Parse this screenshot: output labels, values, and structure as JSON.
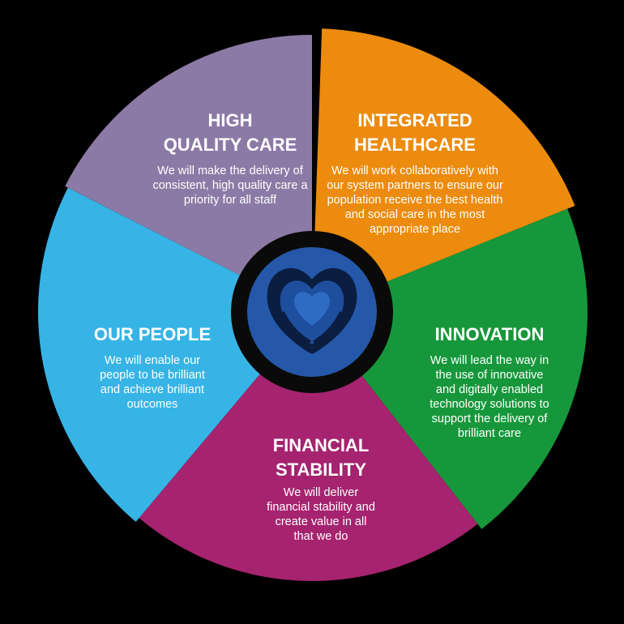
{
  "segments": [
    {
      "id": "high-quality-care",
      "title": [
        "HIGH",
        "QUALITY CARE"
      ],
      "body": [
        "We will make the delivery of",
        "consistent, high quality care a",
        "priority for all staff"
      ],
      "color": "#8c7aa6"
    },
    {
      "id": "integrated-healthcare",
      "title": [
        "INTEGRATED",
        "HEALTHCARE"
      ],
      "body": [
        "We will work collaboratively with",
        "our system partners to ensure our",
        "population receive the best health",
        "and social care in the most",
        "appropriate place"
      ],
      "color": "#ec8b0e"
    },
    {
      "id": "innovation",
      "title": [
        "INNOVATION"
      ],
      "body": [
        "We will lead the way in",
        "the use of innovative",
        "and digitally enabled",
        "technology solutions to",
        "support the delivery of",
        "brilliant care"
      ],
      "color": "#17973b"
    },
    {
      "id": "financial-stability",
      "title": [
        "FINANCIAL",
        "STABILITY"
      ],
      "body": [
        "We will deliver",
        "financial stability and",
        "create value in all",
        "that we do"
      ],
      "color": "#a5236f"
    },
    {
      "id": "our-people",
      "title": [
        "OUR PEOPLE"
      ],
      "body": [
        "We will enable our",
        "people to be brilliant",
        "and achieve brilliant",
        "outcomes"
      ],
      "color": "#36b4e6"
    }
  ],
  "center": {
    "ring_color": "#0a0a0a",
    "disc_color": "#2558a8",
    "icon_color": "#1e4f9e",
    "icon_name": "heart-in-hands-icon"
  }
}
